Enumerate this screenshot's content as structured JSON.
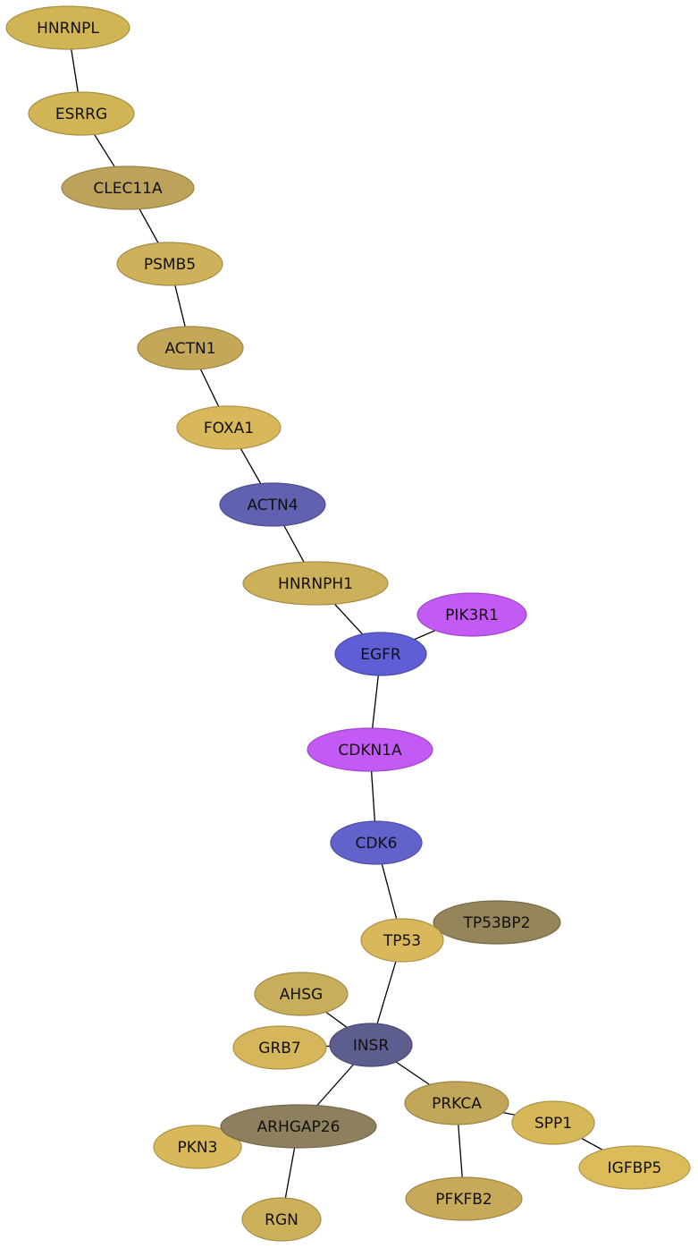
{
  "nodes": [
    {
      "id": "HNRNPL",
      "label": "HNRNPL",
      "color": "#d1b454"
    },
    {
      "id": "ESRRG",
      "label": "ESRRG",
      "color": "#d1b454"
    },
    {
      "id": "CLEC11A",
      "label": "CLEC11A",
      "color": "#bda25a"
    },
    {
      "id": "PSMB5",
      "label": "PSMB5",
      "color": "#ceb15a"
    },
    {
      "id": "ACTN1",
      "label": "ACTN1",
      "color": "#c4a858"
    },
    {
      "id": "FOXA1",
      "label": "FOXA1",
      "color": "#d8b85a"
    },
    {
      "id": "ACTN4",
      "label": "ACTN4",
      "color": "#6260b0"
    },
    {
      "id": "HNRNPH1",
      "label": "HNRNPH1",
      "color": "#ccb05a"
    },
    {
      "id": "PIK3R1",
      "label": "PIK3R1",
      "color": "#c45af5"
    },
    {
      "id": "EGFR",
      "label": "EGFR",
      "color": "#5e5ed6"
    },
    {
      "id": "CDKN1A",
      "label": "CDKN1A",
      "color": "#c45af5"
    },
    {
      "id": "CDK6",
      "label": "CDK6",
      "color": "#6262cc"
    },
    {
      "id": "TP53BP2",
      "label": "TP53BP2",
      "color": "#95855a"
    },
    {
      "id": "TP53",
      "label": "TP53",
      "color": "#d8b85a"
    },
    {
      "id": "AHSG",
      "label": "AHSG",
      "color": "#c8ad5a"
    },
    {
      "id": "GRB7",
      "label": "GRB7",
      "color": "#d6b65a"
    },
    {
      "id": "INSR",
      "label": "INSR",
      "color": "#5e5e8e"
    },
    {
      "id": "PRKCA",
      "label": "PRKCA",
      "color": "#c2a65a"
    },
    {
      "id": "SPP1",
      "label": "SPP1",
      "color": "#d6b85a"
    },
    {
      "id": "PKN3",
      "label": "PKN3",
      "color": "#d8b85a"
    },
    {
      "id": "ARHGAP26",
      "label": "ARHGAP26",
      "color": "#8e805e"
    },
    {
      "id": "IGFBP5",
      "label": "IGFBP5",
      "color": "#dcbc5a"
    },
    {
      "id": "PFKFB2",
      "label": "PFKFB2",
      "color": "#c6aa5a"
    },
    {
      "id": "RGN",
      "label": "RGN",
      "color": "#ccb05a"
    }
  ],
  "edges": [
    [
      "HNRNPL",
      "ESRRG"
    ],
    [
      "ESRRG",
      "CLEC11A"
    ],
    [
      "CLEC11A",
      "PSMB5"
    ],
    [
      "PSMB5",
      "ACTN1"
    ],
    [
      "ACTN1",
      "FOXA1"
    ],
    [
      "FOXA1",
      "ACTN4"
    ],
    [
      "ACTN4",
      "HNRNPH1"
    ],
    [
      "HNRNPH1",
      "EGFR"
    ],
    [
      "EGFR",
      "PIK3R1"
    ],
    [
      "EGFR",
      "CDKN1A"
    ],
    [
      "CDKN1A",
      "CDK6"
    ],
    [
      "CDK6",
      "TP53"
    ],
    [
      "TP53",
      "TP53BP2"
    ],
    [
      "TP53",
      "INSR"
    ],
    [
      "AHSG",
      "INSR"
    ],
    [
      "GRB7",
      "INSR"
    ],
    [
      "INSR",
      "PRKCA"
    ],
    [
      "INSR",
      "ARHGAP26"
    ],
    [
      "PRKCA",
      "SPP1"
    ],
    [
      "PRKCA",
      "PFKFB2"
    ],
    [
      "SPP1",
      "IGFBP5"
    ],
    [
      "ARHGAP26",
      "RGN"
    ],
    [
      "ARHGAP26",
      "PKN3"
    ]
  ]
}
